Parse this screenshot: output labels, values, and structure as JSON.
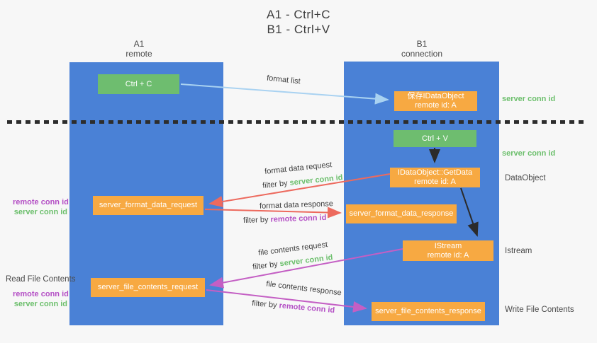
{
  "title": {
    "line1": "A1 - Ctrl+C",
    "line2": "B1 - Ctrl+V"
  },
  "lanes": {
    "left": {
      "name": "A1",
      "subtitle": "remote"
    },
    "right": {
      "name": "B1",
      "subtitle": "connection"
    }
  },
  "nodes": {
    "ctrl_c": {
      "label": "Ctrl + C"
    },
    "ctrl_v": {
      "label": "Ctrl + V"
    },
    "save_dataobject": {
      "line1": "保存IDataObject",
      "line2": "remote id: A"
    },
    "getdata": {
      "line1": "IDataObject::GetData",
      "line2": "remote id: A"
    },
    "istream": {
      "line1": "IStream",
      "line2": "remote id: A"
    },
    "format_request": {
      "label": "server_format_data_request"
    },
    "format_response": {
      "label": "server_format_data_response"
    },
    "file_request": {
      "label": "server_file_contents_request"
    },
    "file_response": {
      "label": "server_file_contents_response"
    }
  },
  "edge_labels": {
    "format_list": "format list",
    "format_data_request": "format data request",
    "format_data_response": "format data response",
    "file_contents_request": "file contents request",
    "file_contents_response": "file contents response",
    "filter_by": "filter by ",
    "server_conn_id": "server conn id",
    "remote_conn_id": "remote conn id"
  },
  "side_labels": {
    "server_conn_id_top": "server conn id",
    "server_conn_id_mid": "server conn id",
    "dataobject": "DataObject",
    "istream": "Istream",
    "write_file_contents": "Write File Contents",
    "read_file_contents": "Read File Contents",
    "remote_conn_id_mid": "remote conn id",
    "server_conn_id_left_mid": "server conn id",
    "remote_conn_id_bottom": "remote conn id",
    "server_conn_id_left_bottom": "server conn id"
  },
  "colors": {
    "lane_blue": "#4a81d6",
    "node_green": "#6ebd6f",
    "node_orange": "#f7a942",
    "arrow_light_blue": "#a9d2f1",
    "arrow_red": "#ed6a5e",
    "arrow_magenta": "#c45fc4",
    "arrow_black": "#2b2b2b",
    "text_green": "#6cbf6c",
    "text_purple": "#b44fc5",
    "background": "#f7f7f7"
  }
}
